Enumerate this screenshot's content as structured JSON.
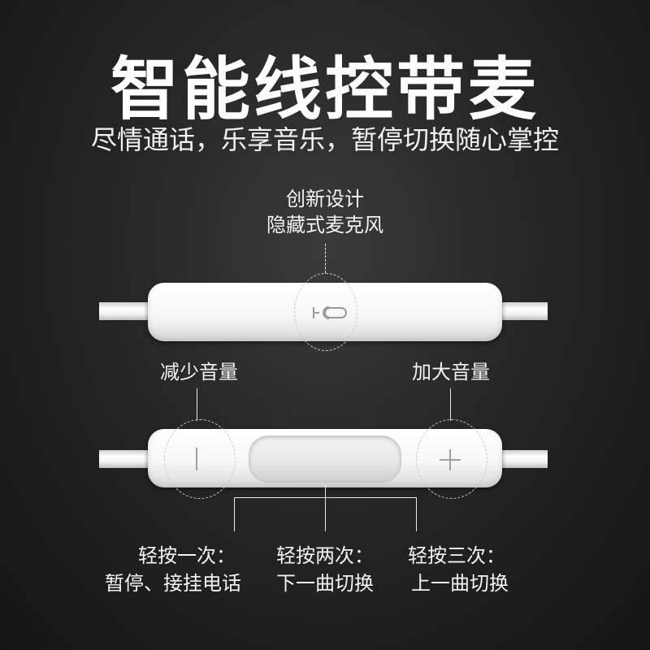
{
  "headline": {
    "title": "智能线控带麦",
    "subtitle": "尽情通话，乐享音乐，暂停切换随心掌控"
  },
  "microphone": {
    "line1": "创新设计",
    "line2": "隐藏式麦克风"
  },
  "volume": {
    "down_label": "减少音量",
    "up_label": "加大音量"
  },
  "controls": {
    "single_press": {
      "line1": "轻按一次：",
      "line2": "暂停、接挂电话"
    },
    "double_press": {
      "line1": "轻按两次：",
      "line2": "下一曲切换"
    },
    "triple_press": {
      "line1": "轻按三次：",
      "line2": "上一曲切换"
    }
  },
  "icons": {
    "mic": "microphone-icon",
    "minus": "minus-icon",
    "plus": "plus-icon"
  },
  "colors": {
    "background": "#1e1e1e",
    "remote_body": "#f7f7f7",
    "text": "#ffffff"
  }
}
